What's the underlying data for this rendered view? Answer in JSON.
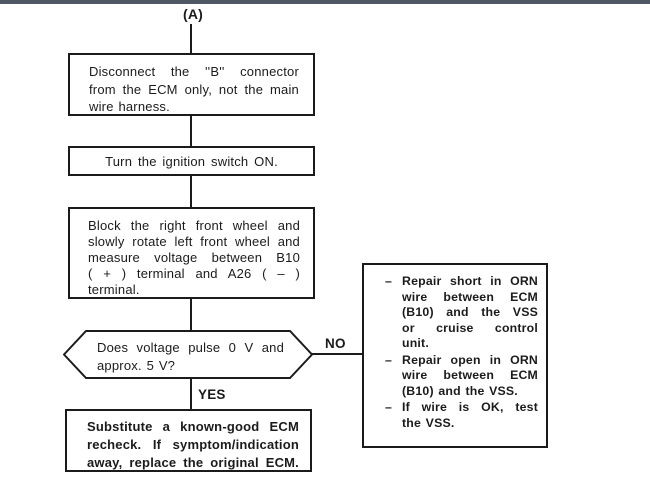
{
  "colors": {
    "top_bar": "#4d5864",
    "ink": "#1b1b1b",
    "background": "#ffffff"
  },
  "flowchart": {
    "entry_label": "(A)",
    "labels": {
      "no": "NO",
      "yes": "YES"
    },
    "steps": {
      "disconnect": {
        "lines": [
          "Disconnect the ''B'' connector",
          "from the ECM only, not the main",
          "wire harness."
        ]
      },
      "ignition": {
        "text": "Turn the ignition switch ON."
      },
      "measure": {
        "lines": [
          "Block the right front wheel and",
          "slowly rotate left front wheel and",
          "measure voltage between B10",
          "( + ) terminal and A26 ( – )",
          "terminal."
        ]
      },
      "decision": {
        "lines": [
          "Does voltage pulse 0 V and",
          "approx. 5 V?"
        ]
      },
      "substitute": {
        "lines": [
          "Substitute a known-good ECM and",
          "recheck. If symptom/indication goes",
          "away, replace the original ECM."
        ]
      },
      "repair": {
        "bullets": [
          {
            "marker": "–",
            "lines": [
              "Repair short in ORN",
              "wire between ECM",
              "(B10) and the VSS",
              "or cruise control",
              "unit."
            ]
          },
          {
            "marker": "–",
            "lines": [
              "Repair open in ORN",
              "wire between ECM",
              "(B10) and the VSS."
            ]
          },
          {
            "marker": "–",
            "lines": [
              "If wire is OK, test",
              "the VSS."
            ]
          }
        ]
      }
    }
  }
}
